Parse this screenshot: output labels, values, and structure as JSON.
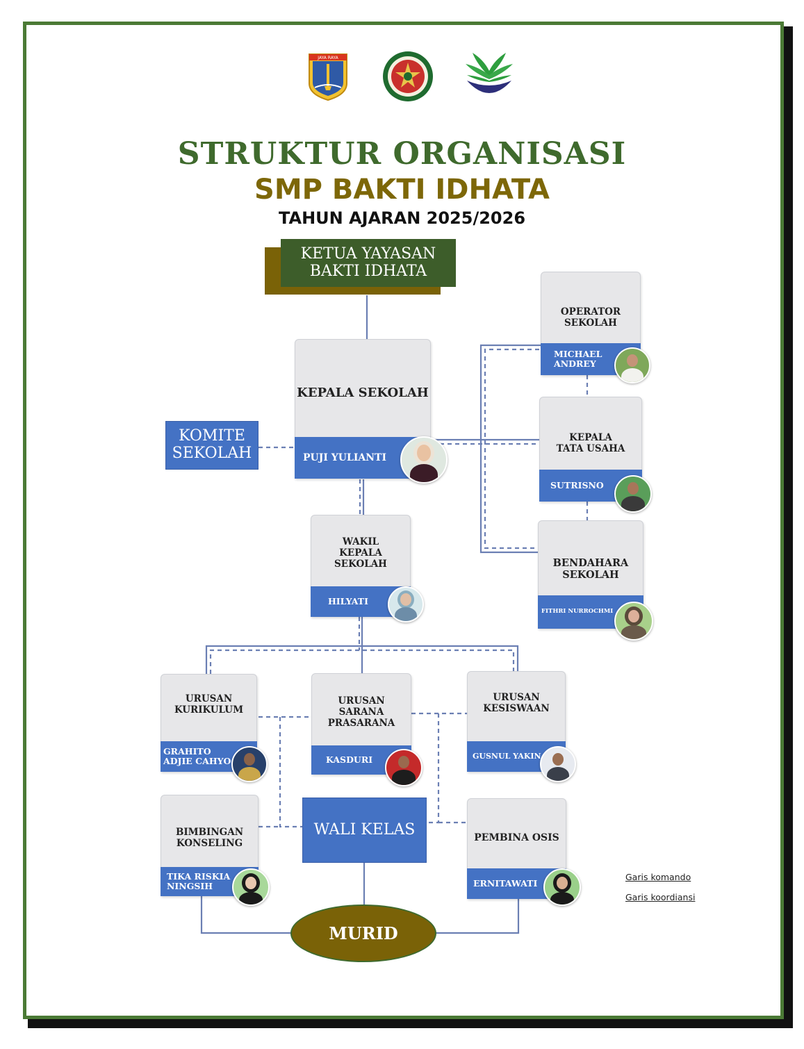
{
  "header": {
    "title_line1": "STRUKTUR ORGANISASI",
    "title_line2": "SMP BAKTI IDHATA",
    "title_line3": "TAHUN AJARAN 2025/2026",
    "logo_left_text": "JAYA RAYA"
  },
  "ketua": {
    "label": "KETUA YAYASAN\nBAKTI IDHATA"
  },
  "komite": {
    "label": "KOMITE\nSEKOLAH"
  },
  "kepala_sekolah": {
    "role": "KEPALA SEKOLAH",
    "name": "PUJI YULIANTI"
  },
  "operator": {
    "role": "OPERATOR\nSEKOLAH",
    "name": "MICHAEL\nANDREY"
  },
  "tata_usaha": {
    "role": "KEPALA\nTATA USAHA",
    "name": "SUTRISNO"
  },
  "bendahara": {
    "role": "BENDAHARA\nSEKOLAH",
    "name": "FITHRI NURROCHMI"
  },
  "wakil": {
    "role": "WAKIL\nKEPALA SEKOLAH",
    "name": "HILYATI"
  },
  "kurikulum": {
    "role": "URUSAN\nKURIKULUM",
    "name": "GRAHITO\nADJIE CAHYO"
  },
  "sarana": {
    "role": "URUSAN\nSARANA\nPRASARANA",
    "name": "KASDURI"
  },
  "kesiswaan": {
    "role": "URUSAN\nKESISWAAN",
    "name": "GUSNUL YAKIN"
  },
  "bk": {
    "role": "BIMBINGAN\nKONSELING",
    "name": "TIKA RISKIA\nNINGSIH"
  },
  "wali_kelas": {
    "label": "WALI KELAS"
  },
  "osis": {
    "role": "PEMBINA OSIS",
    "name": "ERNITAWATI"
  },
  "murid": {
    "label": "MURID"
  },
  "legend": {
    "komando": "Garis komando",
    "koordinasi": "Garis koordiansi"
  },
  "colors": {
    "frame": "#4b7a35",
    "card_name": "#4472c4",
    "ketua_bg": "#3d5d2a",
    "ketua_shadow": "#7a6207",
    "murid": "#7a6207",
    "line": "#6b7fb3"
  }
}
